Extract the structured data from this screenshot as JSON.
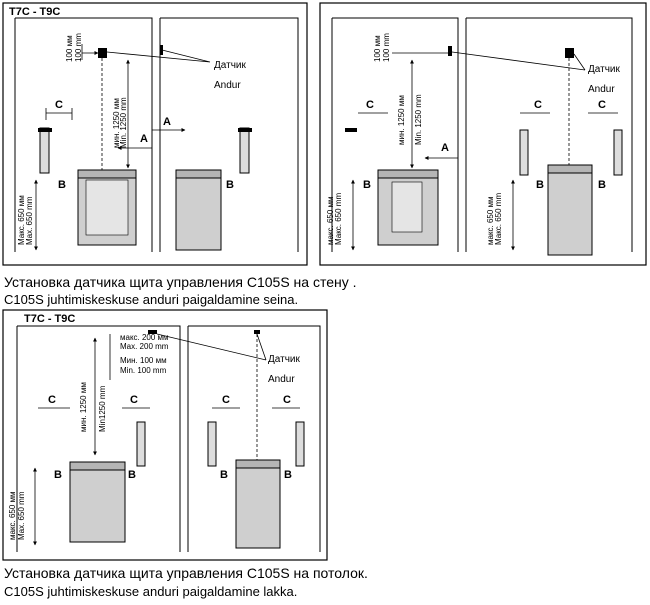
{
  "panels": {
    "top_left": {
      "heater_model": "T7C - T9C",
      "dist_wall_ru": "100 мм",
      "dist_wall_et": "100 mm",
      "dist_height_ru": "мин. 1250 мм",
      "dist_height_et": "Min. 1250 mm",
      "label_a": "A",
      "label_b": "B",
      "label_c": "C",
      "max_ru": "Макс. 650 мм",
      "max_et": "Max. 650 mm",
      "sensor_ru": "Датчик",
      "sensor_et": "Andur"
    },
    "top_right": {
      "dist_wall_ru": "100 мм",
      "dist_wall_et": "100 mm",
      "dist_height_ru": "мин. 1250 мм",
      "dist_height_et": "Min. 1250 mm",
      "label_a": "A",
      "label_b": "B",
      "label_c": "C",
      "max_ru": "макс. 650 мм",
      "max_et": "Макс. 650 mm",
      "sensor_ru": "Датчик",
      "sensor_et": "Andur"
    },
    "bottom": {
      "heater_model": "T7C - T9C",
      "dist_height_ru": "мин. 1250 мм",
      "dist_height_et": "Min1250 mm",
      "ceiling_max_ru": "макс. 200 мм",
      "ceiling_max_et": "Max. 200 mm",
      "ceiling_min_ru": "Мин. 100 мм",
      "ceiling_min_et": "Min. 100 mm",
      "label_b": "B",
      "label_c": "C",
      "max_ru": "макс. 650 мм",
      "max_et": "Max. 650 mm",
      "sensor_ru": "Датчик",
      "sensor_et": "Andur"
    }
  },
  "captions": {
    "wall_ru": "Установка датчика щита управления C105S на стену .",
    "wall_et": "C105S juhtimiskeskuse anduri paigaldamine seina.",
    "ceiling_ru": "Установка датчика щита управления C105S на потолок.",
    "ceiling_et": "C105S juhtimiskeskuse anduri paigaldamine lakka."
  }
}
